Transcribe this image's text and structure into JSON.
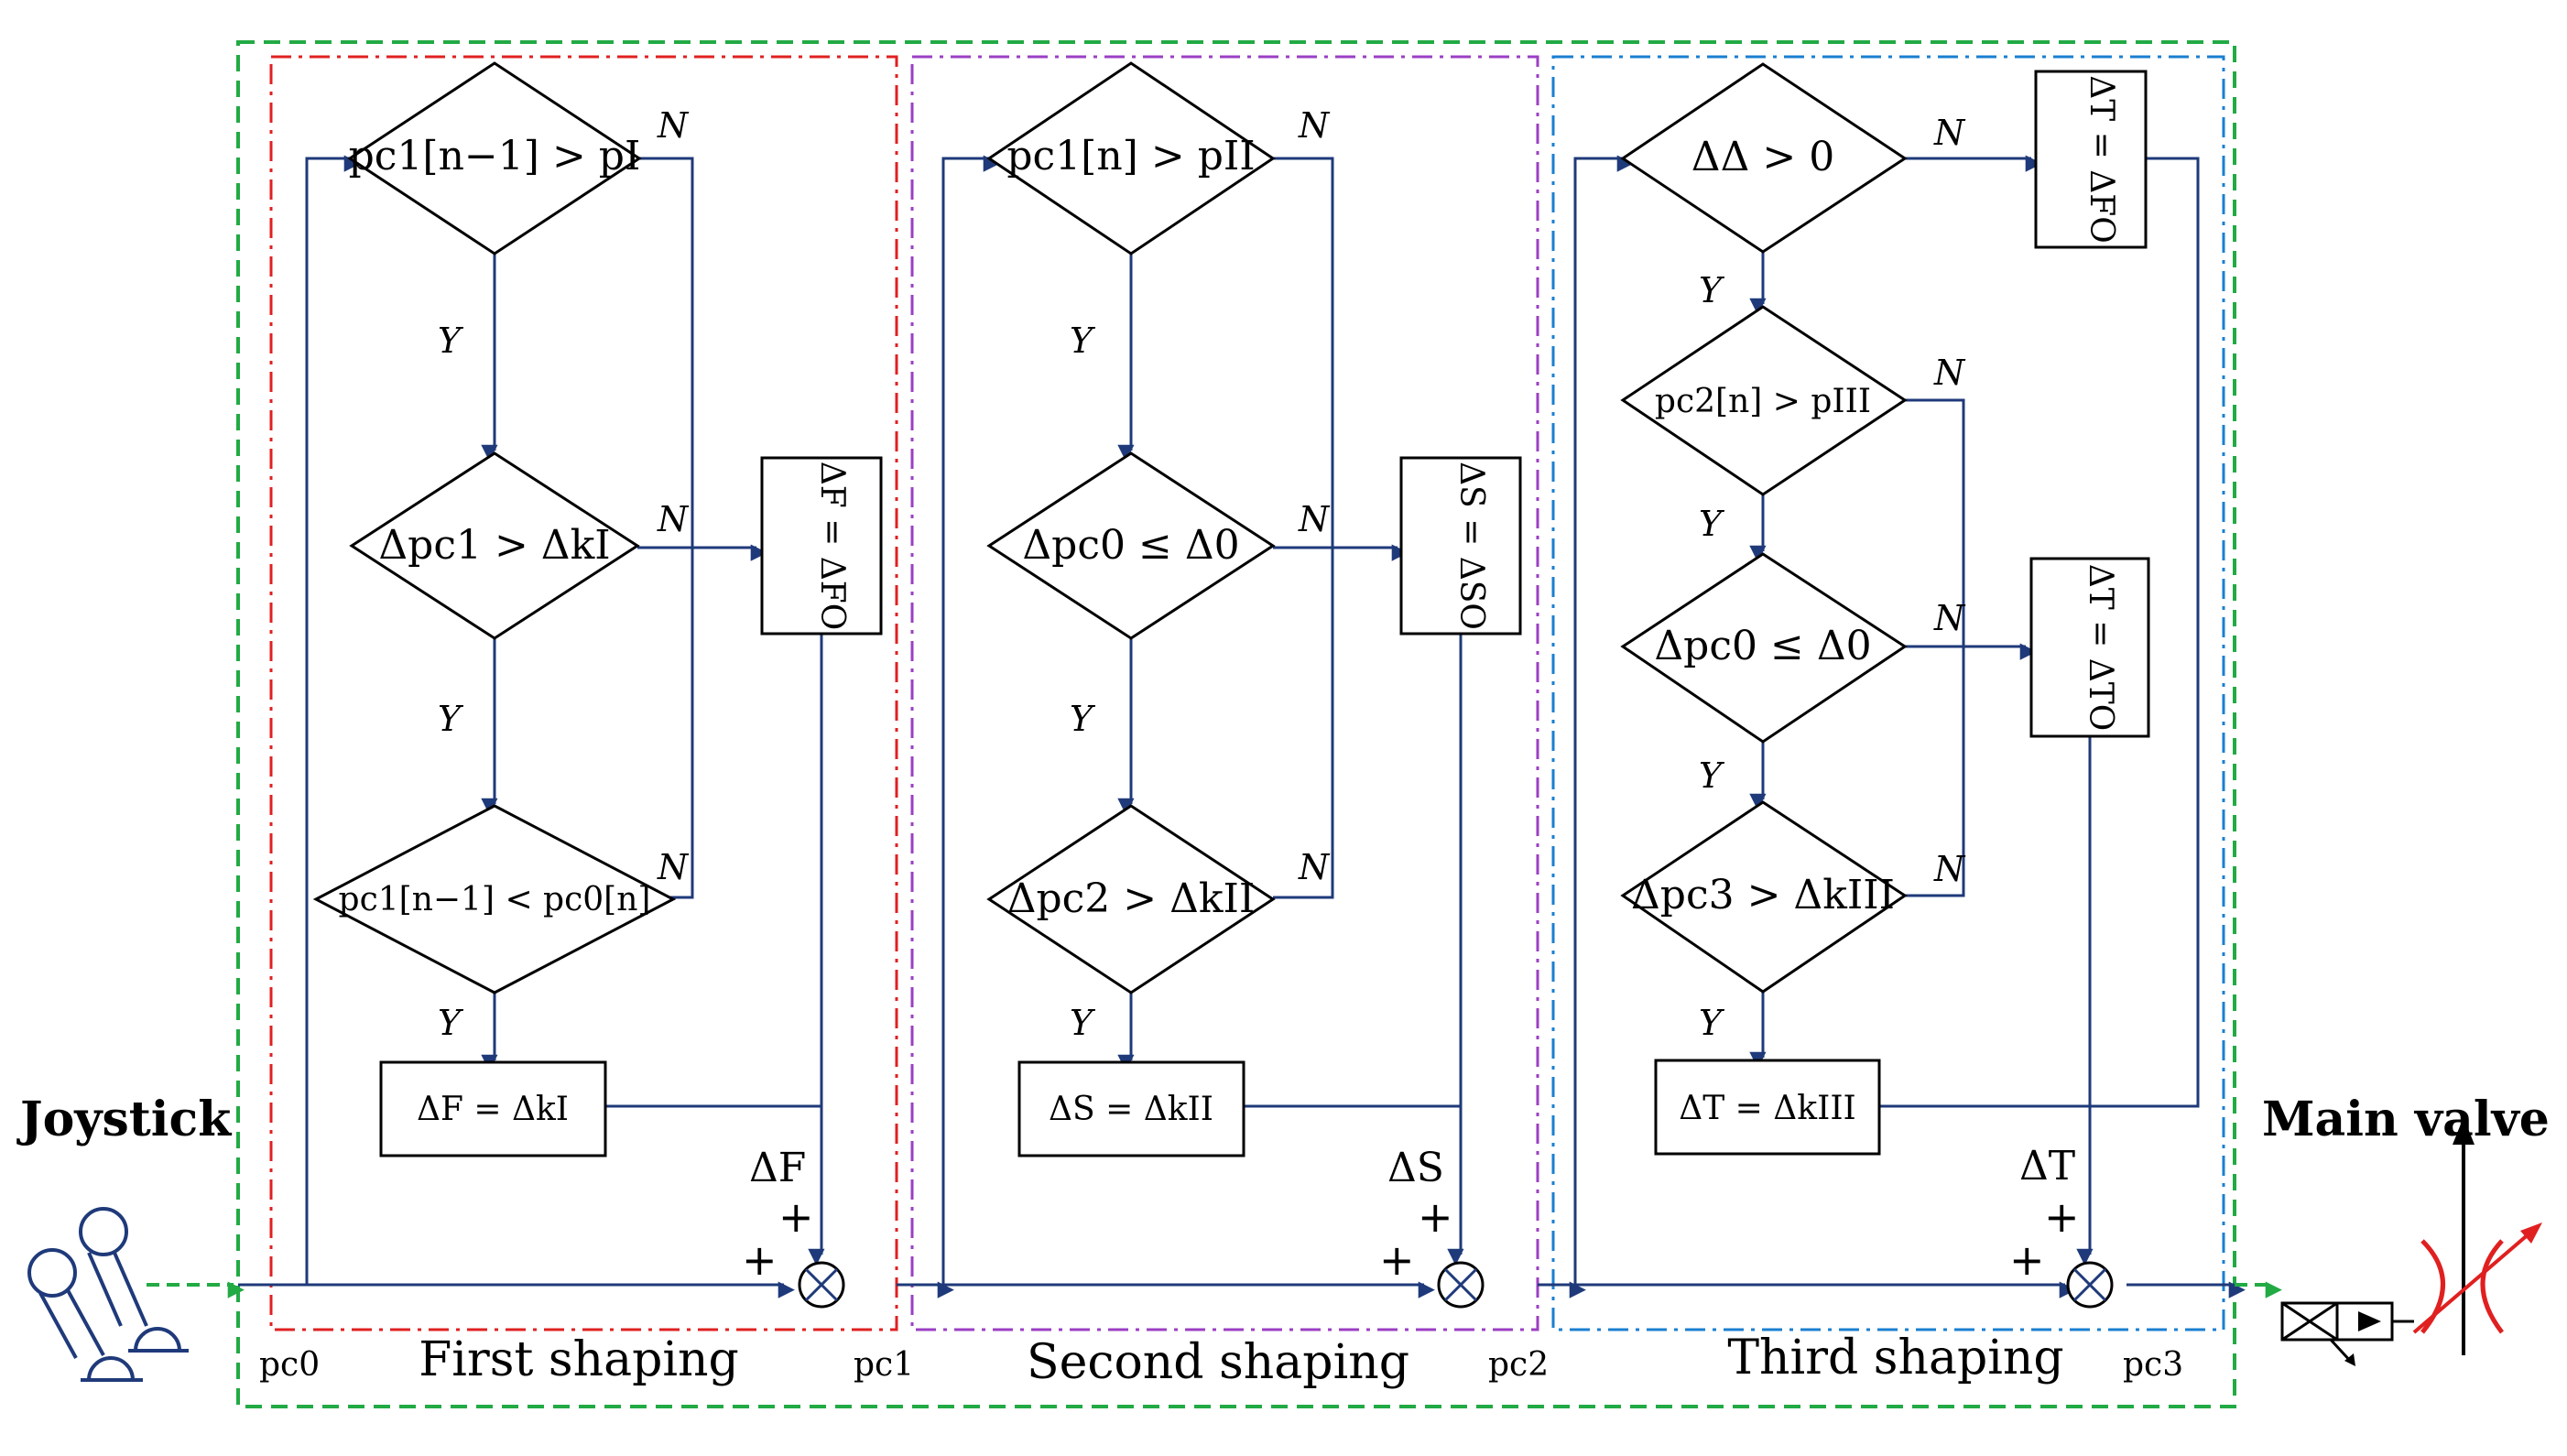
{
  "labels": {
    "joystick": "Joystick",
    "main_valve": "Main valve",
    "stage1_title": "First shaping",
    "stage2_title": "Second shaping",
    "stage3_title": "Third shaping",
    "yes": "Y",
    "no": "N",
    "plus": "+"
  },
  "signals": {
    "pc0": "pc0",
    "pc1": "pc1",
    "pc2": "pc2",
    "pc3": "pc3",
    "delta_f": "ΔF",
    "delta_s": "ΔS",
    "delta_t": "ΔT"
  },
  "stage1": {
    "cond1": "pc1[n−1] > pI",
    "cond2": "Δpc1 > ΔkI",
    "cond3": "pc1[n−1] < pc0[n]",
    "yes_action": "ΔF = ΔkI",
    "no_action": "ΔF = ΔFO"
  },
  "stage2": {
    "cond1": "pc1[n] > pII",
    "cond2": "Δpc0 ≤ Δ0",
    "cond3": "Δpc2 > ΔkII",
    "yes_action": "ΔS = ΔkII",
    "no_action": "ΔS = ΔSO"
  },
  "stage3": {
    "cond0": "ΔΔ > 0",
    "cond1": "pc2[n] > pIII",
    "cond2": "Δpc0 ≤ Δ0",
    "cond3": "Δpc3 > ΔkIII",
    "yes_action": "ΔT = ΔkIII",
    "no_action_top": "ΔT = ΔFO",
    "no_action_mid": "ΔT = ΔTO"
  },
  "colors": {
    "flow": "#1f3a7a",
    "outer_border": "#22aa44",
    "stage1_border": "#e02020",
    "stage2_border": "#9b3fc4",
    "stage3_border": "#1a7fd0",
    "valve_arrow": "#e02020"
  }
}
